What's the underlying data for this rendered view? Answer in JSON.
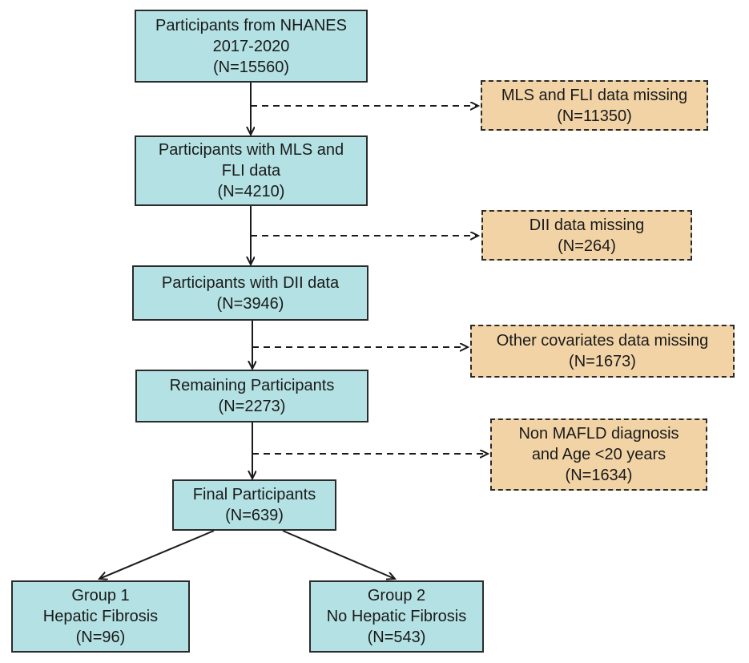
{
  "flowchart": {
    "main": [
      {
        "lines": [
          "Participants from NHANES",
          "2017-2020",
          "(N=15560)"
        ]
      },
      {
        "lines": [
          "Participants with MLS and",
          "FLI data",
          "(N=4210)"
        ]
      },
      {
        "lines": [
          "Participants with DII data",
          "(N=3946)"
        ]
      },
      {
        "lines": [
          "Remaining Participants",
          "(N=2273)"
        ]
      },
      {
        "lines": [
          "Final Participants",
          "(N=639)"
        ]
      }
    ],
    "exclusions": [
      {
        "lines": [
          "MLS and FLI data missing",
          "(N=11350)"
        ]
      },
      {
        "lines": [
          "DII data missing",
          "(N=264)"
        ]
      },
      {
        "lines": [
          "Other covariates data missing",
          "(N=1673)"
        ]
      },
      {
        "lines": [
          "Non MAFLD diagnosis",
          "and Age <20 years",
          "(N=1634)"
        ]
      }
    ],
    "groups": [
      {
        "lines": [
          "Group 1",
          "Hepatic Fibrosis",
          "(N=96)"
        ]
      },
      {
        "lines": [
          "Group 2",
          "No Hepatic Fibrosis",
          "(N=543)"
        ]
      }
    ]
  },
  "colors": {
    "main_fill": "#b4e1e3",
    "exclusion_fill": "#f1d3a6",
    "stroke": "#2b2b2b"
  }
}
